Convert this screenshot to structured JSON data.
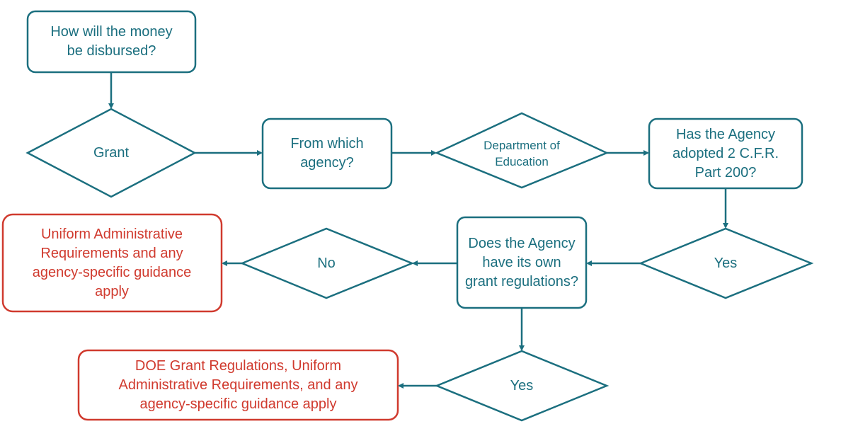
{
  "colors": {
    "teal": "#1b6f7f",
    "red": "#d03a2e",
    "background": "#ffffff"
  },
  "nodes": {
    "start": {
      "text": "How will the money be disbursed?"
    },
    "grant": {
      "text": "Grant"
    },
    "which_agency": {
      "text": "From which agency?"
    },
    "doe": {
      "text": "Department of Education"
    },
    "adopted": {
      "text": "Has the Agency adopted 2 C.F.R. Part 200?"
    },
    "yes_adopted": {
      "text": "Yes"
    },
    "own_regs": {
      "text": "Does the Agency have its own grant regulations?"
    },
    "no": {
      "text": "No"
    },
    "uniform_result": {
      "text": "Uniform Administrative Requirements and any agency-specific guidance apply"
    },
    "yes_own": {
      "text": "Yes"
    },
    "doe_result": {
      "text": "DOE Grant Regulations, Uniform Administrative Requirements, and any agency-specific guidance apply"
    }
  }
}
